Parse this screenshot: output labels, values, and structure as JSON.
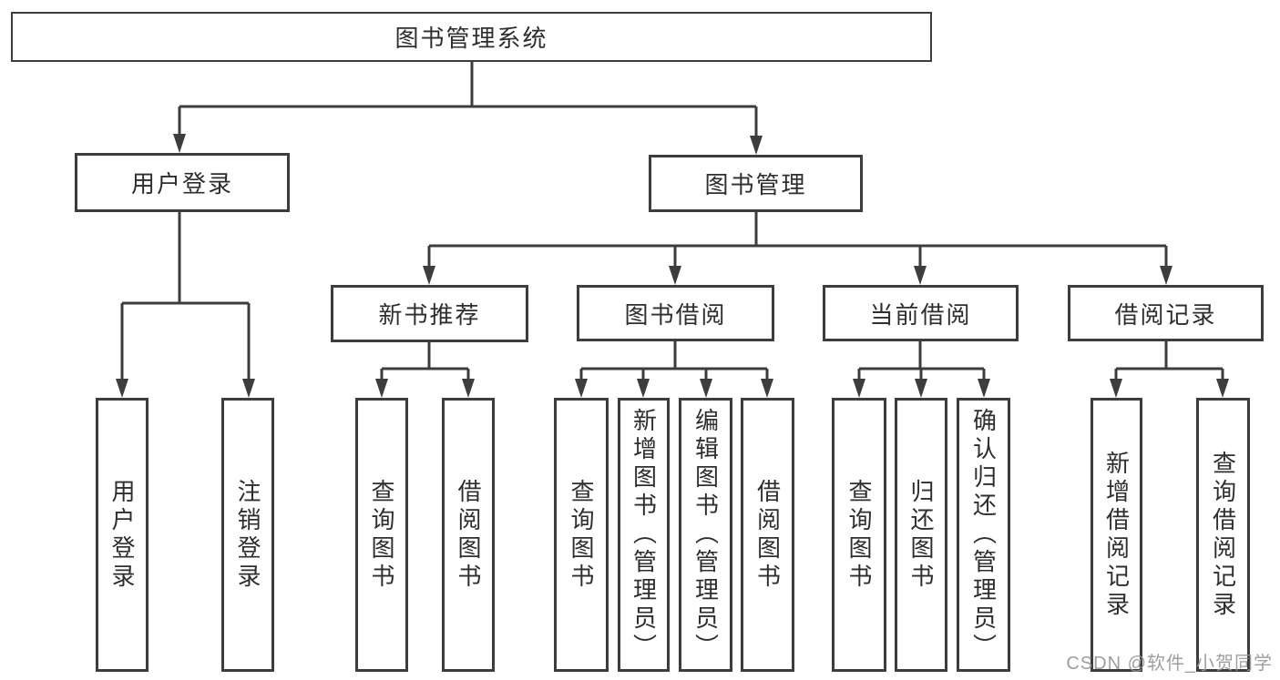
{
  "diagram_title": "图书管理系统",
  "nodes": {
    "root": "图书管理系统",
    "user_login": "用户登录",
    "book_mgmt": "图书管理",
    "new_book_rec": "新书推荐",
    "book_borrow": "图书借阅",
    "current_borrow": "当前借阅",
    "borrow_record": "借阅记录",
    "leaf_user_login": "用户登录",
    "leaf_logout": "注销登录",
    "leaf_query_book_rec": "查询图书",
    "leaf_borrow_book_rec": "借阅图书",
    "leaf_query_book_borrow": "查询图书",
    "leaf_add_book_admin": "新增图书（管理员）",
    "leaf_edit_book_admin": "编辑图书（管理员）",
    "leaf_borrow_book_borrow": "借阅图书",
    "leaf_query_book_current": "查询图书",
    "leaf_return_book": "归还图书",
    "leaf_confirm_return_admin": "确认归还（管理员）",
    "leaf_add_borrow_record": "新增借阅记录",
    "leaf_query_borrow_record": "查询借阅记录"
  },
  "hierarchy": {
    "图书管理系统": {
      "用户登录": [
        "用户登录",
        "注销登录"
      ],
      "图书管理": {
        "新书推荐": [
          "查询图书",
          "借阅图书"
        ],
        "图书借阅": [
          "查询图书",
          "新增图书（管理员）",
          "编辑图书（管理员）",
          "借阅图书"
        ],
        "当前借阅": [
          "查询图书",
          "归还图书",
          "确认归还（管理员）"
        ],
        "借阅记录": [
          "新增借阅记录",
          "查询借阅记录"
        ]
      }
    }
  },
  "watermark": "CSDN @软件_小贺同学",
  "colors": {
    "background": "#ffffff",
    "line": "#3d3d3d",
    "text": "#2e2e2e",
    "watermark": "#969696"
  }
}
